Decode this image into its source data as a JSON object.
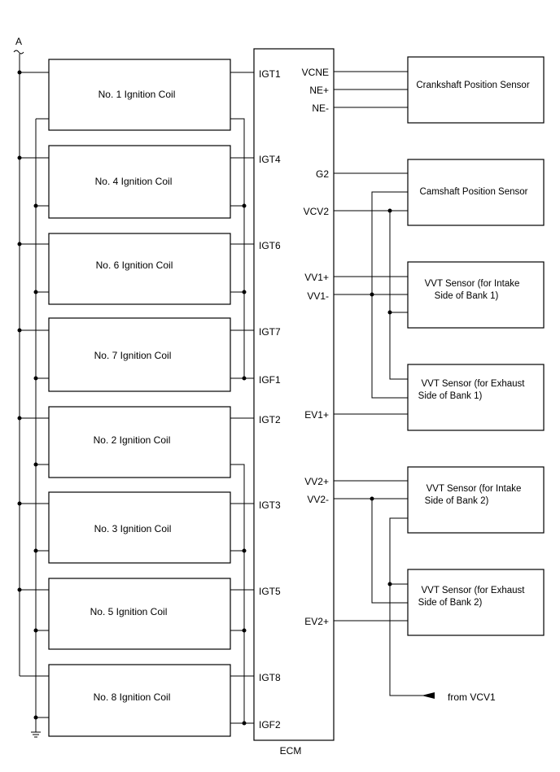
{
  "supply_label": "A",
  "ecm_label": "ECM",
  "coils": [
    "No. 1 Ignition Coil",
    "No. 4 Ignition Coil",
    "No. 6 Ignition Coil",
    "No. 7 Ignition Coil",
    "No. 2 Ignition Coil",
    "No. 3 Ignition Coil",
    "No. 5 Ignition Coil",
    "No. 8 Ignition Coil"
  ],
  "ecm_left_pins": [
    "IGT1",
    "IGT4",
    "IGT6",
    "IGT7",
    "IGF1",
    "IGT2",
    "IGT3",
    "IGT5",
    "IGT8",
    "IGF2"
  ],
  "ecm_right_pins": [
    "VCNE",
    "NE+",
    "NE-",
    "G2",
    "VCV2",
    "VV1+",
    "VV1-",
    "EV1+",
    "VV2+",
    "VV2-",
    "EV2+"
  ],
  "sensors": [
    [
      "Crankshaft Position Sensor"
    ],
    [
      "Camshaft Position Sensor"
    ],
    [
      "VVT Sensor (for Intake",
      "Side of Bank 1)"
    ],
    [
      "VVT Sensor (for Exhaust",
      "Side of Bank 1)"
    ],
    [
      "VVT Sensor (for Intake",
      "Side of Bank 2)"
    ],
    [
      "VVT Sensor (for Exhaust",
      "Side of Bank 2)"
    ]
  ],
  "from_label": "from VCV1"
}
